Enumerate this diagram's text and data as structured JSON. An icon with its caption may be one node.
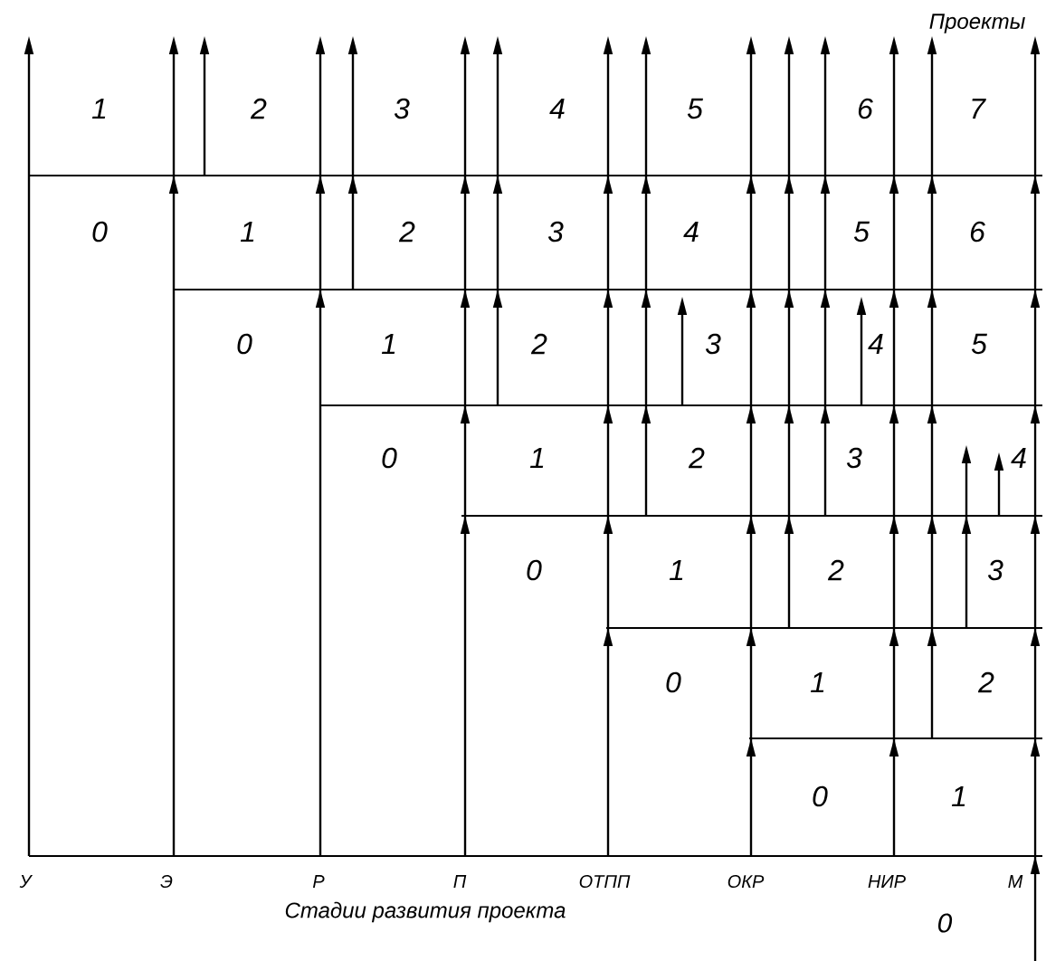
{
  "diagram": {
    "labels": [
      "Проекты",
      "1",
      "2",
      "3",
      "4",
      "5",
      "6",
      "7",
      "0",
      "1",
      "2",
      "3",
      "4",
      "5",
      "6",
      "0",
      "1",
      "2",
      "3",
      "4",
      "5",
      "0",
      "1",
      "2",
      "3",
      "4",
      "0",
      "1",
      "2",
      "3",
      "0",
      "1",
      "2",
      "0",
      "1",
      "У",
      "Э",
      "Р",
      "П",
      "ОТПП",
      "ОКР",
      "НИР",
      "М",
      "Стадии развития проекта",
      "0"
    ]
  }
}
